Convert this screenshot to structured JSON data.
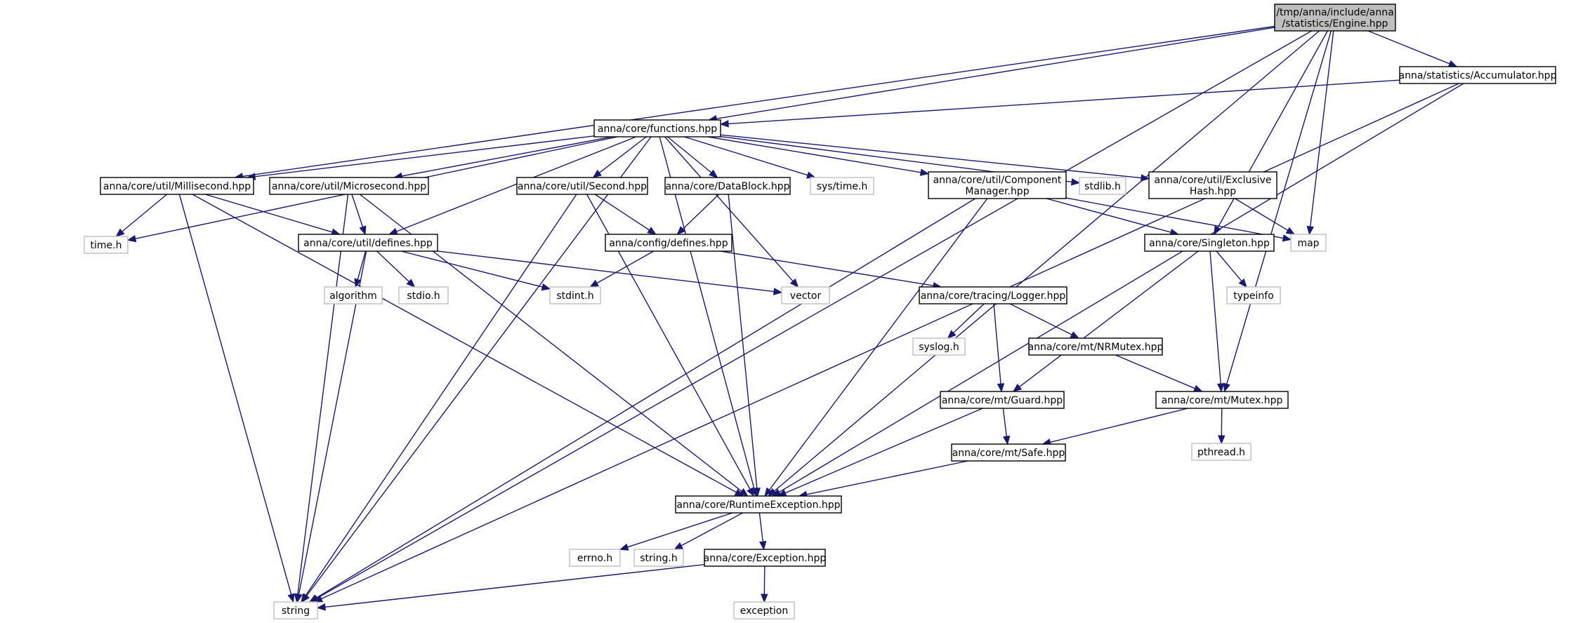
{
  "diagram": {
    "nodes": [
      {
        "id": "root",
        "lines": [
          "/tmp/anna/include/anna",
          "/statistics/Engine.hpp"
        ],
        "kind": "root"
      },
      {
        "id": "accumulator",
        "lines": [
          "anna/statistics/Accumulator.hpp"
        ],
        "kind": "local"
      },
      {
        "id": "functions",
        "lines": [
          "anna/core/functions.hpp"
        ],
        "kind": "local"
      },
      {
        "id": "millisecond",
        "lines": [
          "anna/core/util/Millisecond.hpp"
        ],
        "kind": "local"
      },
      {
        "id": "microsecond",
        "lines": [
          "anna/core/util/Microsecond.hpp"
        ],
        "kind": "local"
      },
      {
        "id": "second",
        "lines": [
          "anna/core/util/Second.hpp"
        ],
        "kind": "local"
      },
      {
        "id": "datablock",
        "lines": [
          "anna/core/DataBlock.hpp"
        ],
        "kind": "local"
      },
      {
        "id": "systime",
        "lines": [
          "sys/time.h"
        ],
        "kind": "external"
      },
      {
        "id": "compmgr",
        "lines": [
          "anna/core/util/Component",
          "Manager.hpp"
        ],
        "kind": "local"
      },
      {
        "id": "stdlib",
        "lines": [
          "stdlib.h"
        ],
        "kind": "external"
      },
      {
        "id": "exclhash",
        "lines": [
          "anna/core/util/Exclusive",
          "Hash.hpp"
        ],
        "kind": "local"
      },
      {
        "id": "timeh",
        "lines": [
          "time.h"
        ],
        "kind": "external"
      },
      {
        "id": "utildefines",
        "lines": [
          "anna/core/util/defines.hpp"
        ],
        "kind": "local"
      },
      {
        "id": "configdefines",
        "lines": [
          "anna/config/defines.hpp"
        ],
        "kind": "local"
      },
      {
        "id": "singleton",
        "lines": [
          "anna/core/Singleton.hpp"
        ],
        "kind": "local"
      },
      {
        "id": "map",
        "lines": [
          "map"
        ],
        "kind": "external"
      },
      {
        "id": "algorithm",
        "lines": [
          "algorithm"
        ],
        "kind": "external"
      },
      {
        "id": "stdioh",
        "lines": [
          "stdio.h"
        ],
        "kind": "external"
      },
      {
        "id": "stdinth",
        "lines": [
          "stdint.h"
        ],
        "kind": "external"
      },
      {
        "id": "vector",
        "lines": [
          "vector"
        ],
        "kind": "external"
      },
      {
        "id": "logger",
        "lines": [
          "anna/core/tracing/Logger.hpp"
        ],
        "kind": "local"
      },
      {
        "id": "typeinfo",
        "lines": [
          "typeinfo"
        ],
        "kind": "external"
      },
      {
        "id": "syslogh",
        "lines": [
          "syslog.h"
        ],
        "kind": "external"
      },
      {
        "id": "nrmutex",
        "lines": [
          "anna/core/mt/NRMutex.hpp"
        ],
        "kind": "local"
      },
      {
        "id": "guard",
        "lines": [
          "anna/core/mt/Guard.hpp"
        ],
        "kind": "local"
      },
      {
        "id": "mutex",
        "lines": [
          "anna/core/mt/Mutex.hpp"
        ],
        "kind": "local"
      },
      {
        "id": "pthreadh",
        "lines": [
          "pthread.h"
        ],
        "kind": "external"
      },
      {
        "id": "safe",
        "lines": [
          "anna/core/mt/Safe.hpp"
        ],
        "kind": "local"
      },
      {
        "id": "runtimeexc",
        "lines": [
          "anna/core/RuntimeException.hpp"
        ],
        "kind": "local"
      },
      {
        "id": "errnoh",
        "lines": [
          "errno.h"
        ],
        "kind": "external"
      },
      {
        "id": "stringh",
        "lines": [
          "string.h"
        ],
        "kind": "external"
      },
      {
        "id": "exception_hpp",
        "lines": [
          "anna/core/Exception.hpp"
        ],
        "kind": "local"
      },
      {
        "id": "string",
        "lines": [
          "string"
        ],
        "kind": "external"
      },
      {
        "id": "exception",
        "lines": [
          "exception"
        ],
        "kind": "external"
      }
    ],
    "edges": [
      [
        "root",
        "accumulator"
      ],
      [
        "root",
        "functions"
      ],
      [
        "root",
        "millisecond"
      ],
      [
        "root",
        "singleton"
      ],
      [
        "root",
        "map"
      ],
      [
        "root",
        "mutex"
      ],
      [
        "root",
        "runtimeexc"
      ],
      [
        "root",
        "string"
      ],
      [
        "accumulator",
        "functions"
      ],
      [
        "accumulator",
        "runtimeexc"
      ],
      [
        "accumulator",
        "string"
      ],
      [
        "functions",
        "millisecond"
      ],
      [
        "functions",
        "microsecond"
      ],
      [
        "functions",
        "second"
      ],
      [
        "functions",
        "datablock"
      ],
      [
        "functions",
        "systime"
      ],
      [
        "functions",
        "compmgr"
      ],
      [
        "functions",
        "stdlib"
      ],
      [
        "functions",
        "exclhash"
      ],
      [
        "functions",
        "timeh"
      ],
      [
        "functions",
        "utildefines"
      ],
      [
        "functions",
        "vector"
      ],
      [
        "functions",
        "runtimeexc"
      ],
      [
        "functions",
        "string"
      ],
      [
        "millisecond",
        "timeh"
      ],
      [
        "millisecond",
        "utildefines"
      ],
      [
        "millisecond",
        "runtimeexc"
      ],
      [
        "millisecond",
        "string"
      ],
      [
        "microsecond",
        "utildefines"
      ],
      [
        "microsecond",
        "runtimeexc"
      ],
      [
        "microsecond",
        "string"
      ],
      [
        "second",
        "configdefines"
      ],
      [
        "second",
        "runtimeexc"
      ],
      [
        "second",
        "string"
      ],
      [
        "datablock",
        "configdefines"
      ],
      [
        "datablock",
        "runtimeexc"
      ],
      [
        "compmgr",
        "singleton"
      ],
      [
        "compmgr",
        "map"
      ],
      [
        "compmgr",
        "runtimeexc"
      ],
      [
        "compmgr",
        "string"
      ],
      [
        "exclhash",
        "map"
      ],
      [
        "utildefines",
        "algorithm"
      ],
      [
        "utildefines",
        "stdioh"
      ],
      [
        "utildefines",
        "stdinth"
      ],
      [
        "utildefines",
        "vector"
      ],
      [
        "utildefines",
        "string"
      ],
      [
        "configdefines",
        "stdinth"
      ],
      [
        "configdefines",
        "logger"
      ],
      [
        "singleton",
        "typeinfo"
      ],
      [
        "singleton",
        "guard"
      ],
      [
        "singleton",
        "mutex"
      ],
      [
        "logger",
        "syslogh"
      ],
      [
        "logger",
        "nrmutex"
      ],
      [
        "logger",
        "guard"
      ],
      [
        "nrmutex",
        "mutex"
      ],
      [
        "guard",
        "safe"
      ],
      [
        "guard",
        "runtimeexc"
      ],
      [
        "mutex",
        "pthreadh"
      ],
      [
        "mutex",
        "safe"
      ],
      [
        "safe",
        "runtimeexc"
      ],
      [
        "runtimeexc",
        "errnoh"
      ],
      [
        "runtimeexc",
        "stringh"
      ],
      [
        "runtimeexc",
        "exception_hpp"
      ],
      [
        "exception_hpp",
        "string"
      ],
      [
        "exception_hpp",
        "exception"
      ]
    ]
  }
}
